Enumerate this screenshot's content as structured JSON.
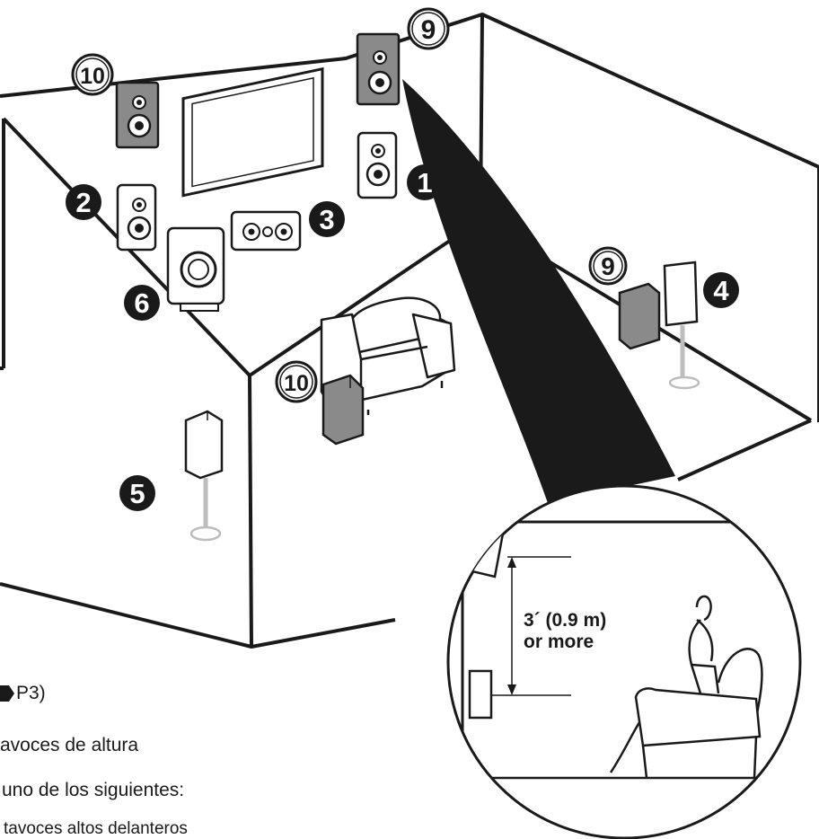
{
  "badges": [
    {
      "id": "b1",
      "num": "1",
      "style": "filled"
    },
    {
      "id": "b2",
      "num": "2",
      "style": "filled"
    },
    {
      "id": "b3",
      "num": "3",
      "style": "filled"
    },
    {
      "id": "b4",
      "num": "4",
      "style": "filled"
    },
    {
      "id": "b5",
      "num": "5",
      "style": "filled"
    },
    {
      "id": "b6",
      "num": "6",
      "style": "filled"
    },
    {
      "id": "b9a",
      "num": "9",
      "style": "outlined"
    },
    {
      "id": "b9b",
      "num": "9",
      "style": "outlined"
    },
    {
      "id": "b10a",
      "num": "10",
      "style": "outlined"
    },
    {
      "id": "b10b",
      "num": "10",
      "style": "outlined"
    }
  ],
  "inset": {
    "distance_line1": "3´ (0.9 m)",
    "distance_line2": "or more"
  },
  "captions": {
    "ref": "P3)",
    "line1": "avoces de altura",
    "line2": "uno de los siguientes:",
    "line3": "tavoces altos delanteros"
  },
  "colors": {
    "outline": "#1a1a1a",
    "height_speaker": "#8a8a8a",
    "badge_fill": "#1a1a1a",
    "stand": "#bdbdbd"
  }
}
